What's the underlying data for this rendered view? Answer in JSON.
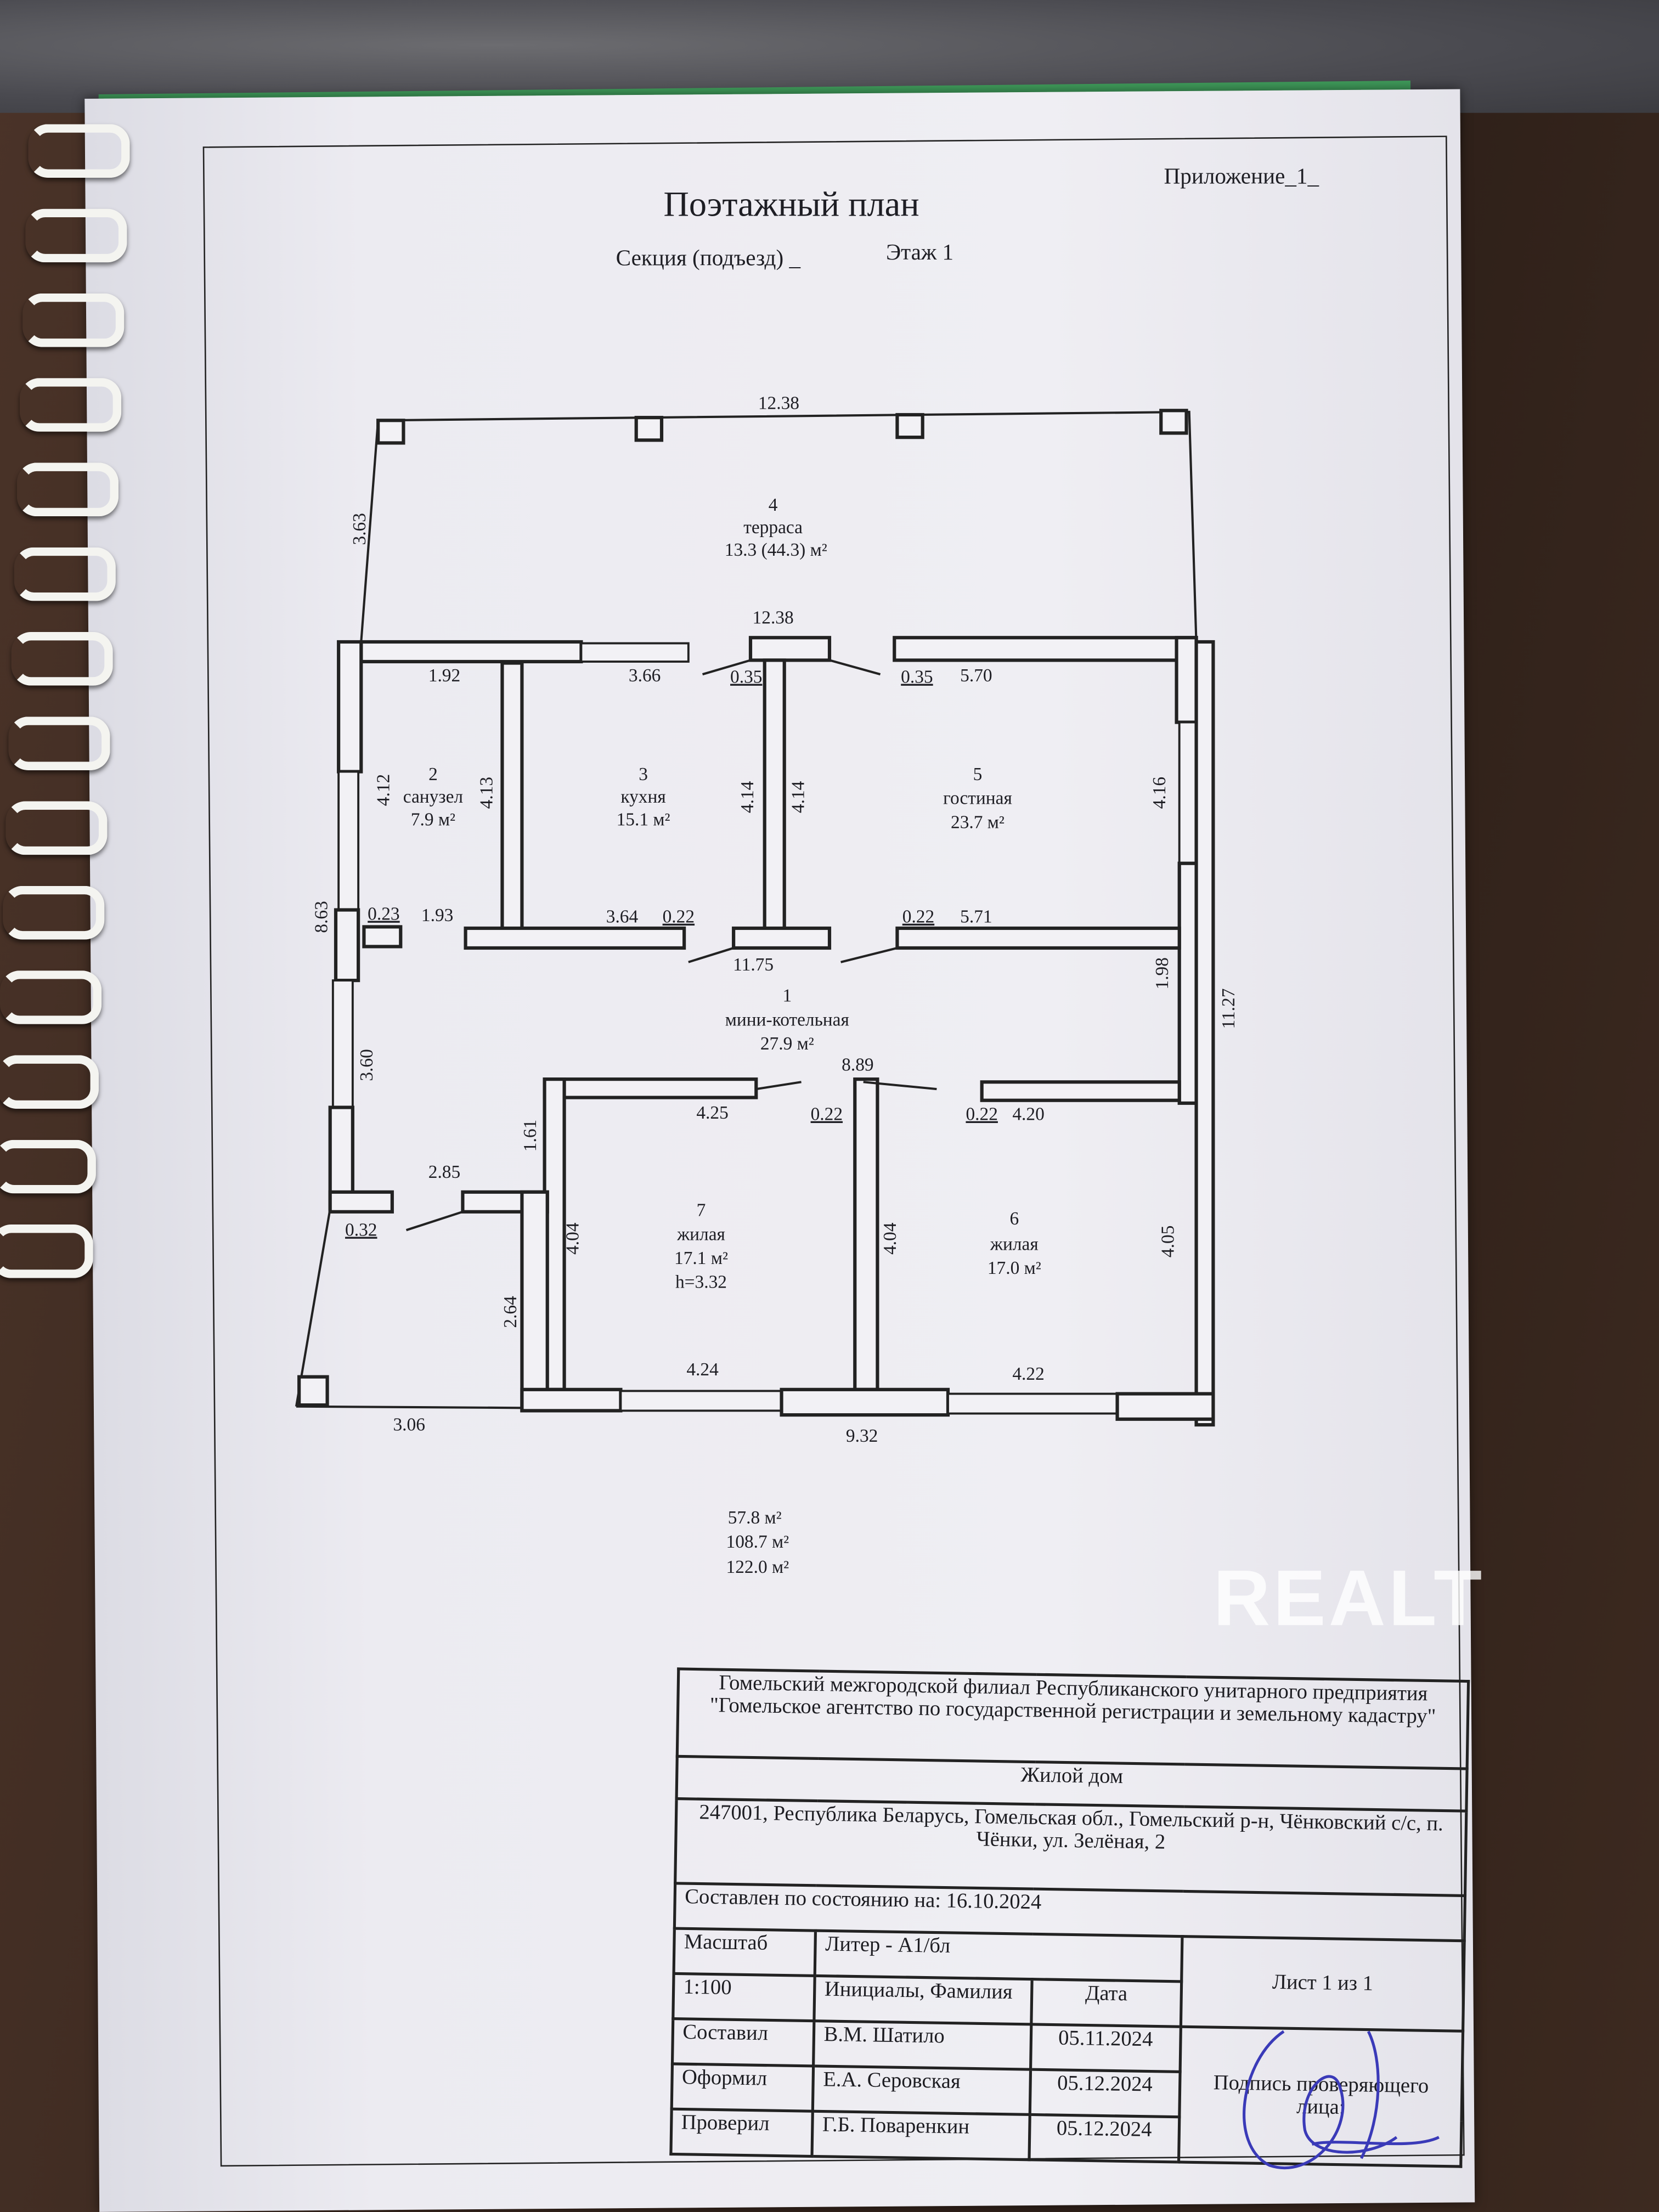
{
  "header": {
    "title": "Поэтажный план",
    "section": "Секция (подъезд) _",
    "floor": "Этаж 1",
    "appendix": "Приложение_1_"
  },
  "rooms": [
    {
      "num": "1",
      "name": "мини-котельная",
      "area": "27.9 м²"
    },
    {
      "num": "2",
      "name": "санузел",
      "area": "7.9 м²"
    },
    {
      "num": "3",
      "name": "кухня",
      "area": "15.1 м²"
    },
    {
      "num": "4",
      "name": "терраса",
      "area": "13.3 (44.3) м²"
    },
    {
      "num": "5",
      "name": "гостиная",
      "area": "23.7 м²"
    },
    {
      "num": "6",
      "name": "жилая",
      "area": "17.0 м²"
    },
    {
      "num": "7",
      "name": "жилая",
      "area": "17.1 м²",
      "height": "h=3.32"
    }
  ],
  "dims": [
    "12.38",
    "3.63",
    "12.38",
    "1.92",
    "3.66",
    "0.35",
    "0.35",
    "5.70",
    "4.12",
    "4.13",
    "4.14",
    "4.14",
    "4.16",
    "8.63",
    "0.23",
    "1.93",
    "3.64",
    "0.22",
    "0.22",
    "5.71",
    "11.75",
    "1.98",
    "11.27",
    "3.60",
    "8.89",
    "1.61",
    "4.25",
    "0.22",
    "0.22",
    "4.20",
    "2.85",
    "0.32",
    "4.04",
    "4.04",
    "4.05",
    "2.64",
    "4.24",
    "4.22",
    "3.06",
    "9.32"
  ],
  "totals": [
    "57.8 м²",
    "108.7 м²",
    "122.0 м²"
  ],
  "title_block": {
    "org": "Гомельский межгородской филиал Республиканского унитарного предприятия \"Гомельское агентство по государственной регистрации и земельному кадастру\"",
    "object": "Жилой дом",
    "address": "247001, Республика Беларусь, Гомельская обл., Гомельский р-н, Чёнковский с/с, п. Чёнки, ул. Зелёная, 2",
    "as_of": "Составлен по состоянию на:  16.10.2024",
    "scale_label": "Масштаб",
    "scale": "1:100",
    "liter": "Литер - А1/бл",
    "sheet": "Лист  1  из 1",
    "names_header": "Инициалы, Фамилия",
    "date_header": "Дата",
    "signature_header": "Подпись проверяющего лица:",
    "rows": [
      {
        "role": "Составил",
        "name": "В.М. Шатило",
        "date": "05.11.2024"
      },
      {
        "role": "Оформил",
        "name": "Е.А. Серовская",
        "date": "05.12.2024"
      },
      {
        "role": "Проверил",
        "name": "Г.Б. Поваренкин",
        "date": "05.12.2024"
      }
    ]
  },
  "watermark": "REALT"
}
